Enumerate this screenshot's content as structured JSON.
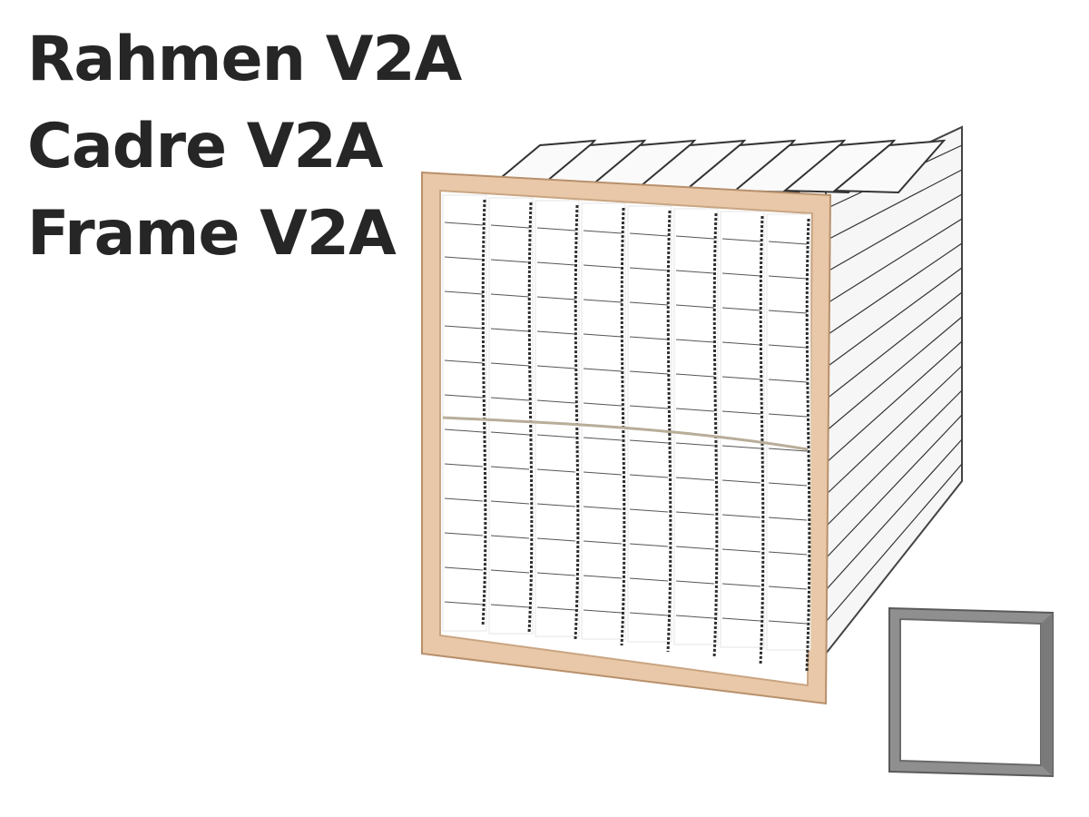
{
  "labels": {
    "line1": "Rahmen V2A",
    "line2": "Cadre V2A",
    "line3": "Frame V2A"
  },
  "images": {
    "main": "bag-filter-wooden-frame",
    "inset": "stainless-steel-frame"
  },
  "colors": {
    "text": "#262626",
    "wood": "#e8c8a8",
    "wood_edge": "#c9a582",
    "filter_media": "#ffffff",
    "stitching": "#333333",
    "steel": "#9a9a9a"
  }
}
